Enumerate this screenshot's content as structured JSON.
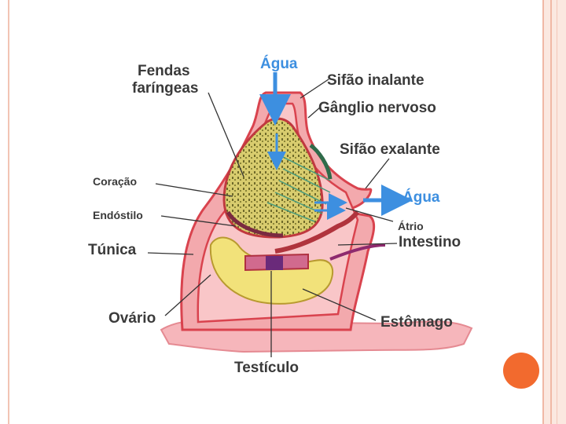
{
  "labels": {
    "agua_top": "Água",
    "agua_right": "Água",
    "fendas_1": "Fendas",
    "fendas_2": "faríngeas",
    "sifao_inalante": "Sifão inalante",
    "ganglio_nervoso": "Gânglio nervoso",
    "sifao_exalante": "Sifão exalante",
    "coracao": "Coração",
    "endostilo": "Endóstilo",
    "atrio": "Átrio",
    "intestino": "Intestino",
    "tunica": "Túnica",
    "ovario": "Ovário",
    "estomago": "Estômago",
    "testiculo": "Testículo"
  },
  "colors": {
    "tunic_fill": "#f3a9ad",
    "tunic_stroke": "#d9434e",
    "pharynx_fill": "#d8cc6e",
    "stomach_fill": "#f2e27a",
    "water_arrow": "#3d8fe0",
    "accent_circle": "#f26a2e"
  }
}
